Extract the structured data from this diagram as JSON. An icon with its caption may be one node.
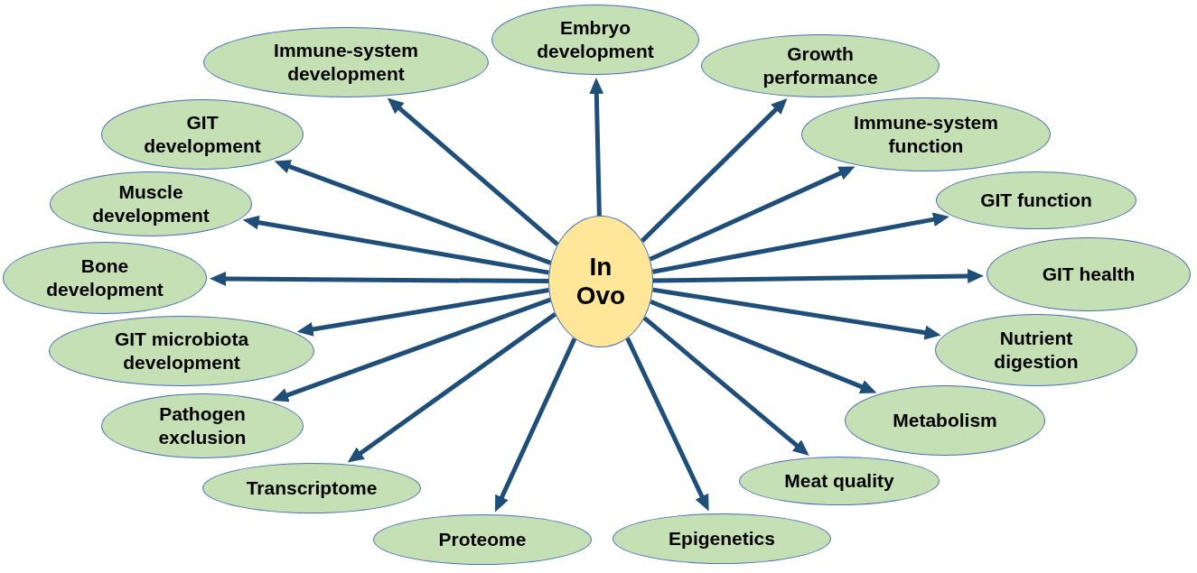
{
  "diagram": {
    "nodes": [
      {
        "text": [
          "In Ovo"
        ]
      },
      {
        "text": [
          "Embryo development"
        ]
      },
      {
        "text": [
          "Growth performance"
        ]
      },
      {
        "text": [
          "Immune-system function"
        ]
      },
      {
        "text": [
          "GIT function"
        ]
      },
      {
        "text": [
          "GIT health"
        ]
      },
      {
        "text": [
          "Nutrient digestion"
        ]
      },
      {
        "text": [
          "Metabolism"
        ]
      },
      {
        "text": [
          "Meat quality"
        ]
      },
      {
        "text": [
          "Epigenetics"
        ]
      },
      {
        "text": [
          "Proteome"
        ]
      },
      {
        "text": [
          "Transcriptome"
        ]
      },
      {
        "text": [
          "Pathogen exclusion"
        ]
      },
      {
        "text": [
          "GIT microbiota development"
        ]
      },
      {
        "text": [
          "Bone development"
        ]
      },
      {
        "text": [
          "Muscle development"
        ]
      },
      {
        "text": [
          "GIT development"
        ]
      },
      {
        "text": [
          "Immune-system development"
        ]
      }
    ],
    "edges": [
      {
        "from": 0,
        "to": 1,
        "arrow": "to"
      },
      {
        "from": 0,
        "to": 2,
        "arrow": "to"
      },
      {
        "from": 0,
        "to": 3,
        "arrow": "to"
      },
      {
        "from": 0,
        "to": 4,
        "arrow": "to"
      },
      {
        "from": 0,
        "to": 5,
        "arrow": "to"
      },
      {
        "from": 0,
        "to": 6,
        "arrow": "to"
      },
      {
        "from": 0,
        "to": 7,
        "arrow": "to"
      },
      {
        "from": 0,
        "to": 8,
        "arrow": "to"
      },
      {
        "from": 0,
        "to": 9,
        "arrow": "to"
      },
      {
        "from": 0,
        "to": 10,
        "arrow": "to"
      },
      {
        "from": 0,
        "to": 11,
        "arrow": "to"
      },
      {
        "from": 0,
        "to": 12,
        "arrow": "to"
      },
      {
        "from": 0,
        "to": 13,
        "arrow": "to"
      },
      {
        "from": 0,
        "to": 14,
        "arrow": "to"
      },
      {
        "from": 0,
        "to": 15,
        "arrow": "to"
      },
      {
        "from": 0,
        "to": 16,
        "arrow": "to"
      },
      {
        "from": 0,
        "to": 17,
        "arrow": "to"
      }
    ]
  }
}
